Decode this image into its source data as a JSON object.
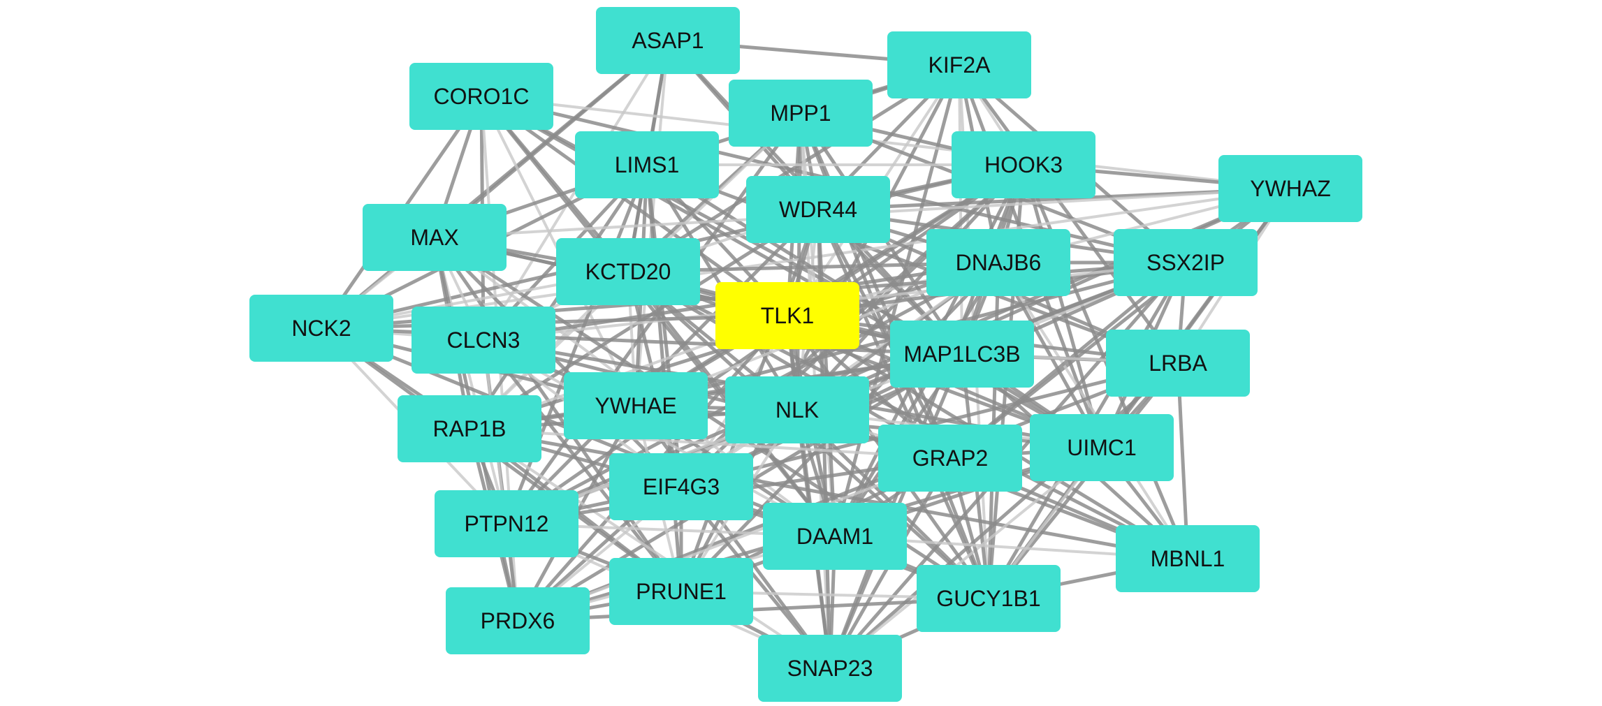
{
  "network": {
    "hub": "TLK1",
    "colors": {
      "node": "#40E0D0",
      "hub": "#FFFF00",
      "edge_dark": "#8c8c8c",
      "edge_light": "#c8c8c8",
      "label": "#111111",
      "background": "#ffffff"
    },
    "nodes": [
      {
        "id": "ASAP1",
        "label": "ASAP1"
      },
      {
        "id": "KIF2A",
        "label": "KIF2A"
      },
      {
        "id": "CORO1C",
        "label": "CORO1C"
      },
      {
        "id": "MPP1",
        "label": "MPP1"
      },
      {
        "id": "LIMS1",
        "label": "LIMS1"
      },
      {
        "id": "HOOK3",
        "label": "HOOK3"
      },
      {
        "id": "YWHAZ",
        "label": "YWHAZ"
      },
      {
        "id": "WDR44",
        "label": "WDR44"
      },
      {
        "id": "MAX",
        "label": "MAX"
      },
      {
        "id": "KCTD20",
        "label": "KCTD20"
      },
      {
        "id": "DNAJB6",
        "label": "DNAJB6"
      },
      {
        "id": "SSX2IP",
        "label": "SSX2IP"
      },
      {
        "id": "TLK1",
        "label": "TLK1"
      },
      {
        "id": "NCK2",
        "label": "NCK2"
      },
      {
        "id": "CLCN3",
        "label": "CLCN3"
      },
      {
        "id": "MAP1LC3B",
        "label": "MAP1LC3B"
      },
      {
        "id": "LRBA",
        "label": "LRBA"
      },
      {
        "id": "YWHAE",
        "label": "YWHAE"
      },
      {
        "id": "NLK",
        "label": "NLK"
      },
      {
        "id": "RAP1B",
        "label": "RAP1B"
      },
      {
        "id": "UIMC1",
        "label": "UIMC1"
      },
      {
        "id": "GRAP2",
        "label": "GRAP2"
      },
      {
        "id": "EIF4G3",
        "label": "EIF4G3"
      },
      {
        "id": "PTPN12",
        "label": "PTPN12"
      },
      {
        "id": "DAAM1",
        "label": "DAAM1"
      },
      {
        "id": "MBNL1",
        "label": "MBNL1"
      },
      {
        "id": "PRUNE1",
        "label": "PRUNE1"
      },
      {
        "id": "GUCY1B1",
        "label": "GUCY1B1"
      },
      {
        "id": "PRDX6",
        "label": "PRDX6"
      },
      {
        "id": "SNAP23",
        "label": "SNAP23"
      }
    ]
  }
}
